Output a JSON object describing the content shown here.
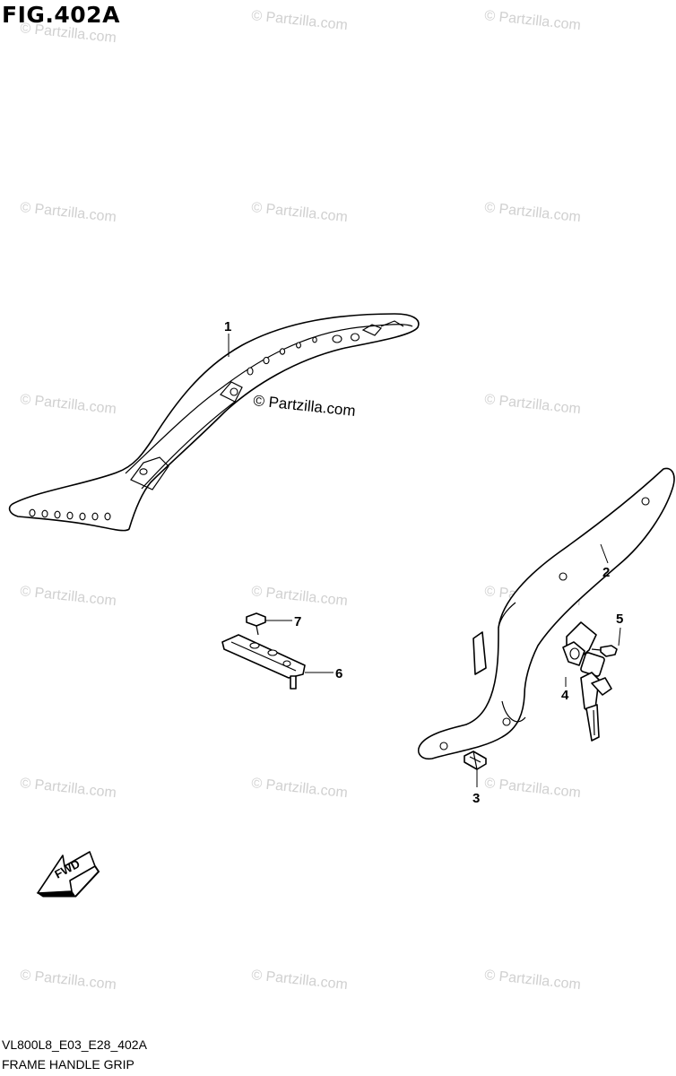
{
  "figure": {
    "title": "FIG.402A",
    "code": "VL800L8_E03_E28_402A",
    "name": "FRAME HANDLE GRIP"
  },
  "watermark": {
    "text": "© Partzilla.com"
  },
  "callouts": {
    "c1": "1",
    "c2": "2",
    "c3": "3",
    "c4": "4",
    "c5": "5",
    "c6": "6",
    "c7": "7"
  },
  "fwd_arrow": {
    "label": "FWD"
  }
}
